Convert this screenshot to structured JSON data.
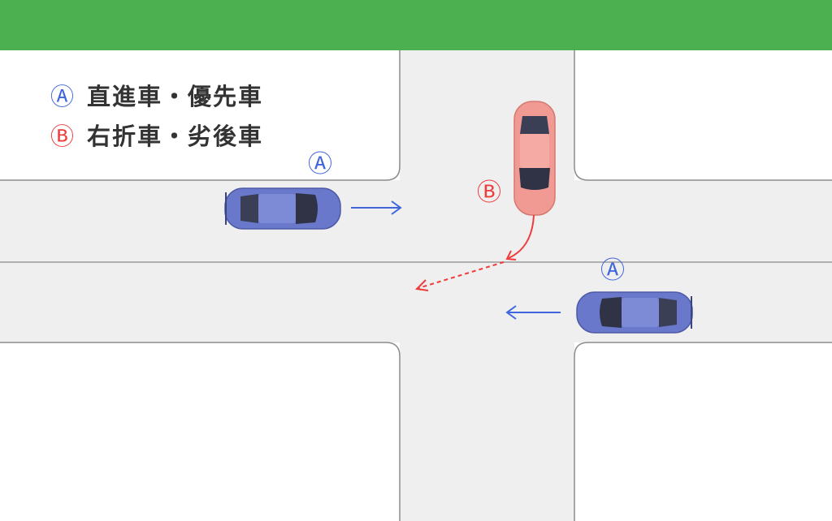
{
  "colors": {
    "grass": "#4caf50",
    "road": "#efefef",
    "curb": "#8c8c8c",
    "blue_car": "#6a78cc",
    "red_car": "#f09a93",
    "blue_arrow": "#3f66dd",
    "red_arrow": "#ef3b3b",
    "legend_text": "#333333"
  },
  "legend": [
    {
      "symbol": "Ⓐ",
      "text": "直進車・優先車",
      "color": "#3f66dd"
    },
    {
      "symbol": "Ⓑ",
      "text": "右折車・劣後車",
      "color": "#ef3b3b"
    }
  ],
  "vehicles": [
    {
      "label": "Ⓐ",
      "role": "直進車・優先車",
      "color": "blue",
      "direction": "east"
    },
    {
      "label": "Ⓑ",
      "role": "右折車・劣後車",
      "color": "red",
      "direction": "south, turning right"
    },
    {
      "label": "Ⓐ",
      "role": "直進車・優先車",
      "color": "blue",
      "direction": "west"
    }
  ],
  "icons": [
    "arrow-right-icon",
    "arrow-left-icon",
    "turn-arrow-icon"
  ]
}
